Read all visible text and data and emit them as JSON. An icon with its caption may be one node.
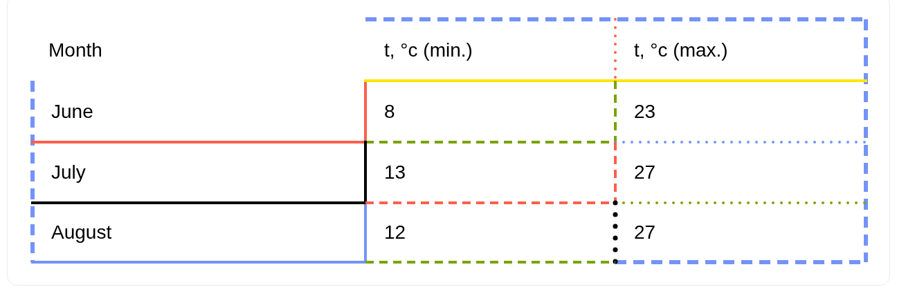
{
  "diagram": {
    "labels": [
      "Month",
      "t, °c (min.)",
      "t, °c (max.)",
      "June",
      "8",
      "23",
      "July",
      "13",
      "27",
      "August",
      "12",
      "27"
    ]
  }
}
